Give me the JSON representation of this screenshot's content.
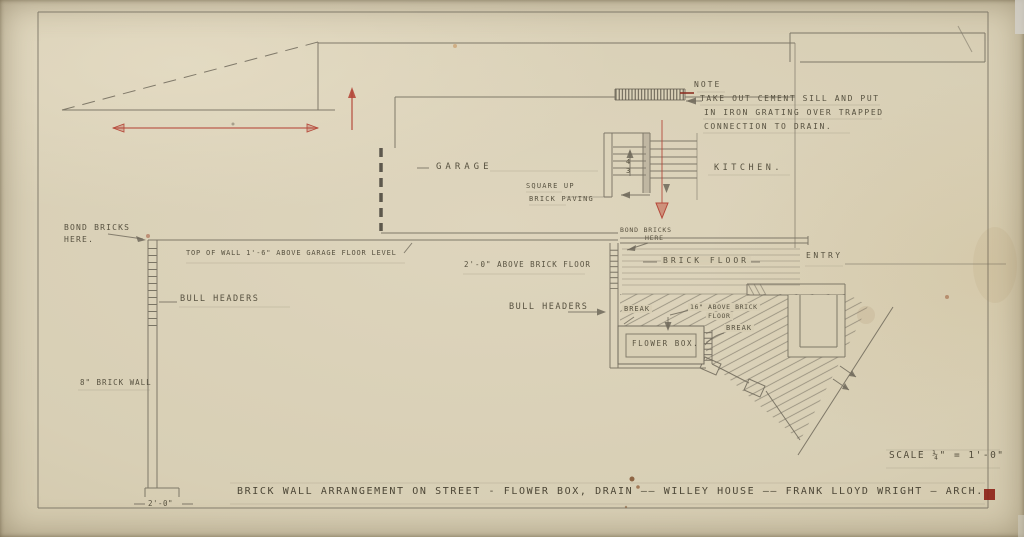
{
  "sheet": {
    "colors": {
      "paper": "#d8cfb5",
      "pencil": "#6e685a",
      "red_pencil": "#b5483a"
    },
    "note": {
      "heading": "NOTE",
      "lines": [
        "TAKE OUT CEMENT SILL AND PUT",
        "IN IRON GRATING OVER TRAPPED",
        "CONNECTION TO DRAIN."
      ]
    },
    "rooms": {
      "garage": "GARAGE",
      "kitchen": "KITCHEN.",
      "entry": "ENTRY"
    },
    "annotations": {
      "square_up_1": "SQUARE UP",
      "square_up_2": "BRICK PAVING",
      "bond_bricks_1": "BOND BRICKS",
      "bond_bricks_2": "HERE.",
      "top_of_wall": "TOP OF WALL 1'-6\" ABOVE GARAGE FLOOR LEVEL",
      "bull_headers_left": "BULL HEADERS",
      "above_brick_floor": "2'-0\" ABOVE BRICK FLOOR",
      "bond_bricks_entry_1": "BOND BRICKS",
      "bond_bricks_entry_2": "HERE",
      "brick_floor": "BRICK FLOOR",
      "bull_headers_mid": "BULL HEADERS",
      "break_upper": "BREAK",
      "sixteen_above_1": "16\" ABOVE BRICK",
      "sixteen_above_2": "FLOOR",
      "break_lower": "BREAK",
      "flower_box": "FLOWER BOX.",
      "brick_wall": "8\" BRICK WALL",
      "stair_riser_top": "4",
      "stair_riser_bottom": "3",
      "dim_wall_foot": "2'-0\""
    },
    "title_block": {
      "scale": "SCALE ¼\" = 1'-0\"",
      "title": "BRICK WALL ARRANGEMENT ON STREET - FLOWER BOX, DRAIN —— WILLEY HOUSE —— FRANK LLOYD WRIGHT — ARCH."
    }
  }
}
